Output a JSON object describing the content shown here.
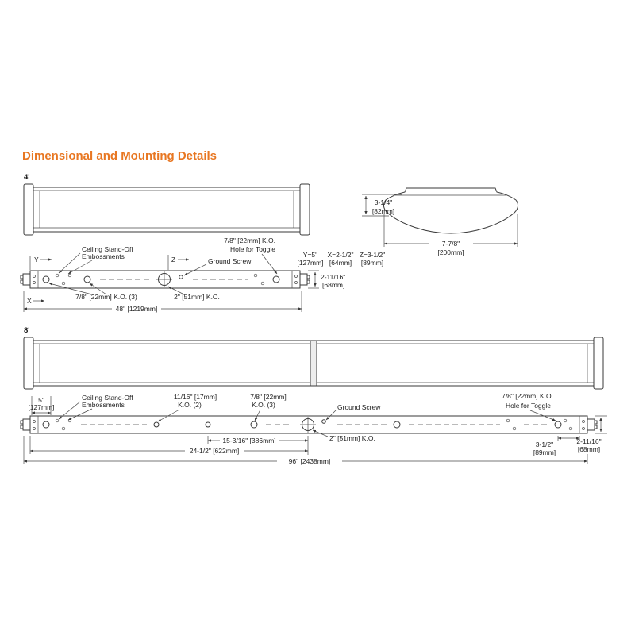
{
  "title": "Dimensional and Mounting Details",
  "accent_color": "#e87722",
  "line_color": "#3a3a3a",
  "s4": {
    "label": "4'",
    "profile": {
      "h_in": "3-1/4\"",
      "h_mm": "[82mm]",
      "w_in": "7-7/8\"",
      "w_mm": "[200mm]"
    },
    "plate": {
      "standoff1": "Ceiling Stand-Off",
      "standoff2": "Embossments",
      "y": "Y",
      "z": "Z",
      "x": "X",
      "toggle1": "7/8\" [22mm] K.O.",
      "toggle2": "Hole for Toggle",
      "ground": "Ground Screw",
      "leg_y_in": "Y=5\"",
      "leg_y_mm": "[127mm]",
      "leg_x_in": "X=2-1/2\"",
      "leg_x_mm": "[64mm]",
      "leg_z_in": "Z=3-1/2\"",
      "leg_z_mm": "[89mm]",
      "h_in": "2-11/16\"",
      "h_mm": "[68mm]",
      "ko3": "7/8\" [22mm] K.O. (3)",
      "ko2": "2\" [51mm] K.O.",
      "len": "48\" [1219mm]"
    }
  },
  "s8": {
    "label": "8'",
    "plate": {
      "off_in": "5\"",
      "off_mm": "[127mm]",
      "standoff1": "Ceiling Stand-Off",
      "standoff2": "Embossments",
      "ko11a": "11/16\" [17mm]",
      "ko11b": "K.O. (2)",
      "ko78a": "7/8\" [22mm]",
      "ko78b": "K.O. (3)",
      "ground": "Ground Screw",
      "toggle1": "7/8\" [22mm] K.O.",
      "toggle2": "Hole for Toggle",
      "ko2": "2\" [51mm] K.O.",
      "d15": "15-3/16\" [386mm]",
      "d24": "24-1/2\" [622mm]",
      "d3_in": "3-1/2\"",
      "d3_mm": "[89mm]",
      "h_in": "2-11/16\"",
      "h_mm": "[68mm]",
      "len": "96\" [2438mm]"
    }
  }
}
